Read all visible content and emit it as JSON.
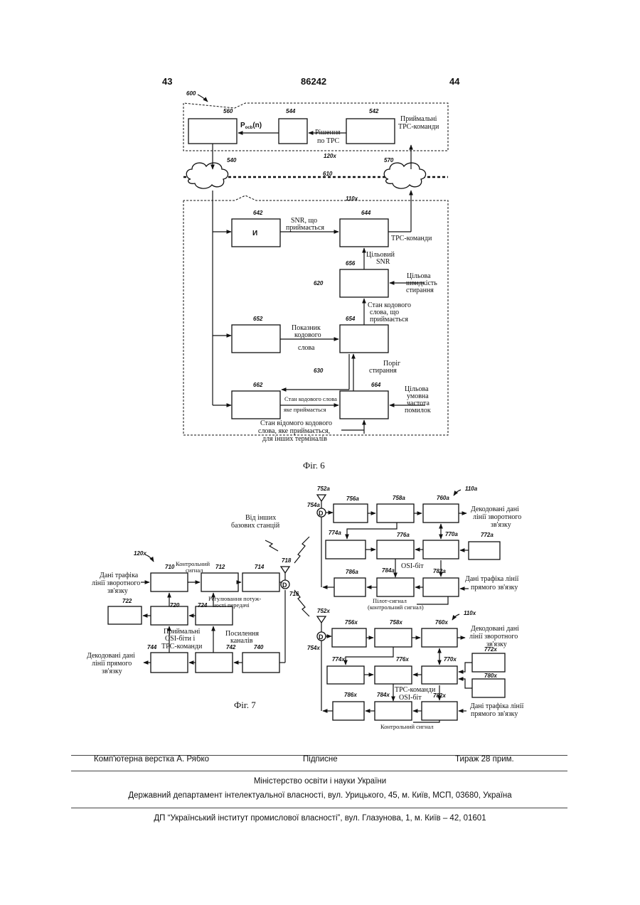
{
  "header": {
    "page_left": "43",
    "patent_number": "86242",
    "page_right": "44"
  },
  "fig6": {
    "caption": "Фіг. 6",
    "ref_600": "600",
    "ref_120x": "120x",
    "ref_110x": "110x",
    "ref_610": "610",
    "ref_620": "620",
    "ref_630": "630",
    "ref_540": "540",
    "ref_570": "570",
    "blocks": {
      "b560": "560",
      "b544": "544",
      "b542": "542",
      "b642": "642",
      "b644": "644",
      "b656": "656",
      "b652": "652",
      "b654": "654",
      "b662": "662",
      "b664": "664"
    },
    "b642_text": "И",
    "p_signal": "P",
    "p_sub": "ocb",
    "p_arg": "(n)",
    "decision_l1": "Рішення",
    "decision_l2": "по TPC",
    "received_tpc_l1": "Приймальні",
    "received_tpc_l2": "TPC-команди",
    "snr_l1": "SNR, що",
    "snr_l2": "приймається",
    "tpc_commands": "TPC-команди",
    "target_snr_l1": "Цільовий",
    "target_snr_l2": "SNR",
    "target_erasure_l1": "Цільова",
    "target_erasure_l2": "швидкість",
    "target_erasure_l3": "стирання",
    "codeword_state_l1": "Стан кодового",
    "codeword_state_l2": "слова, що",
    "codeword_state_l3": "приймається",
    "codeword_metric_l1": "Показник",
    "codeword_metric_l2": "кодового",
    "codeword_metric_l3": "слова",
    "erasure_threshold_l1": "Поріг",
    "erasure_threshold_l2": "стирання",
    "cond_error_l1": "Цільова",
    "cond_error_l2": "умовна",
    "cond_error_l3": "частота",
    "cond_error_l4": "помилок",
    "rx_codeword_l1": "Стан кодового слова",
    "rx_codeword_l2": "яке приймається",
    "known_cw_l1": "Стан відомого кодового",
    "known_cw_l2": "слова, яке приймається,",
    "known_cw_l3": "для інших терміналів"
  },
  "fig7": {
    "caption": "Фіг. 7",
    "ref_120x": "120x",
    "ref_110a": "110a",
    "ref_110x": "110x",
    "from_other_l1": "Від інших",
    "from_other_l2": "базових станцій",
    "refs": {
      "r718": "718",
      "r716": "716",
      "r710": "710",
      "r712": "712",
      "r714": "714",
      "r720": "720",
      "r722": "722",
      "r724": "724",
      "r744": "744",
      "r742": "742",
      "r740": "740",
      "r752a": "752a",
      "r754a": "754a",
      "r756a": "756a",
      "r758a": "758a",
      "r760a": "760a",
      "r774a": "774a",
      "r776a": "776a",
      "r770a": "770a",
      "r772a": "772a",
      "r786a": "786a",
      "r784a": "784a",
      "r782a": "782a",
      "r752x": "752x",
      "r754x": "754x",
      "r756x": "756x",
      "r758x": "758x",
      "r760x": "760x",
      "r774x": "774x",
      "r776x": "776x",
      "r770x": "770x",
      "r772x": "772x",
      "r780x": "780x",
      "r786x": "786x",
      "r784x": "784x",
      "r782x": "782x"
    },
    "reverse_traffic_l1": "Дані трафіка",
    "reverse_traffic_l2": "лінії зворотного",
    "reverse_traffic_l3": "зв'язку",
    "control_signal_l1": "Контрольний",
    "control_signal_l2": "сигнал",
    "power_adjust_l1": "Регулювання потуж-",
    "power_adjust_l2": "ності передачі",
    "rx_osi_l1": "Приймальні",
    "rx_osi_l2": "OSI-біти і",
    "rx_osi_l3": "TPC-команди",
    "channel_gain_l1": "Посилення",
    "channel_gain_l2": "каналів",
    "decoded_fwd_l1": "Декодовані дані",
    "decoded_fwd_l2": "лінії прямого",
    "decoded_fwd_l3": "зв'язку",
    "decoded_rev_a_l1": "Декодовані дані",
    "decoded_rev_a_l2": "лінії зворотного",
    "decoded_rev_a_l3": "зв'язку",
    "osi_bit_a": "OSI-біт",
    "fwd_traffic_a_l1": "Дані трафіка лінії",
    "fwd_traffic_a_l2": "прямого зв'язку",
    "pilot_l1": "Пілот-сигнал",
    "pilot_l2": "(контрольний сигнал)",
    "decoded_rev_x_l1": "Декодовані дані",
    "decoded_rev_x_l2": "лінії зворотного",
    "decoded_rev_x_l3": "зв'язку",
    "tpc_cmd_x": "TPC-команди",
    "osi_bit_x": "OSI-біт",
    "fwd_traffic_x_l1": "Дані трафіка лінії",
    "fwd_traffic_x_l2": "прямого зв'язку",
    "control_signal_x": "Контрольний сигнал",
    "d_letter": "D"
  },
  "footer": {
    "typesetting": "Комп'ютерна верстка А. Рябко",
    "signed": "Підписне",
    "circulation": "Тираж 28 прим.",
    "ministry": "Міністерство освіти і науки України",
    "department": "Державний департамент інтелектуальної власності, вул. Урицького, 45, м. Київ, МСП, 03680, Україна",
    "institute": "ДП “Український інститут промислової власності”, вул. Глазунова, 1, м. Київ – 42, 01601"
  }
}
